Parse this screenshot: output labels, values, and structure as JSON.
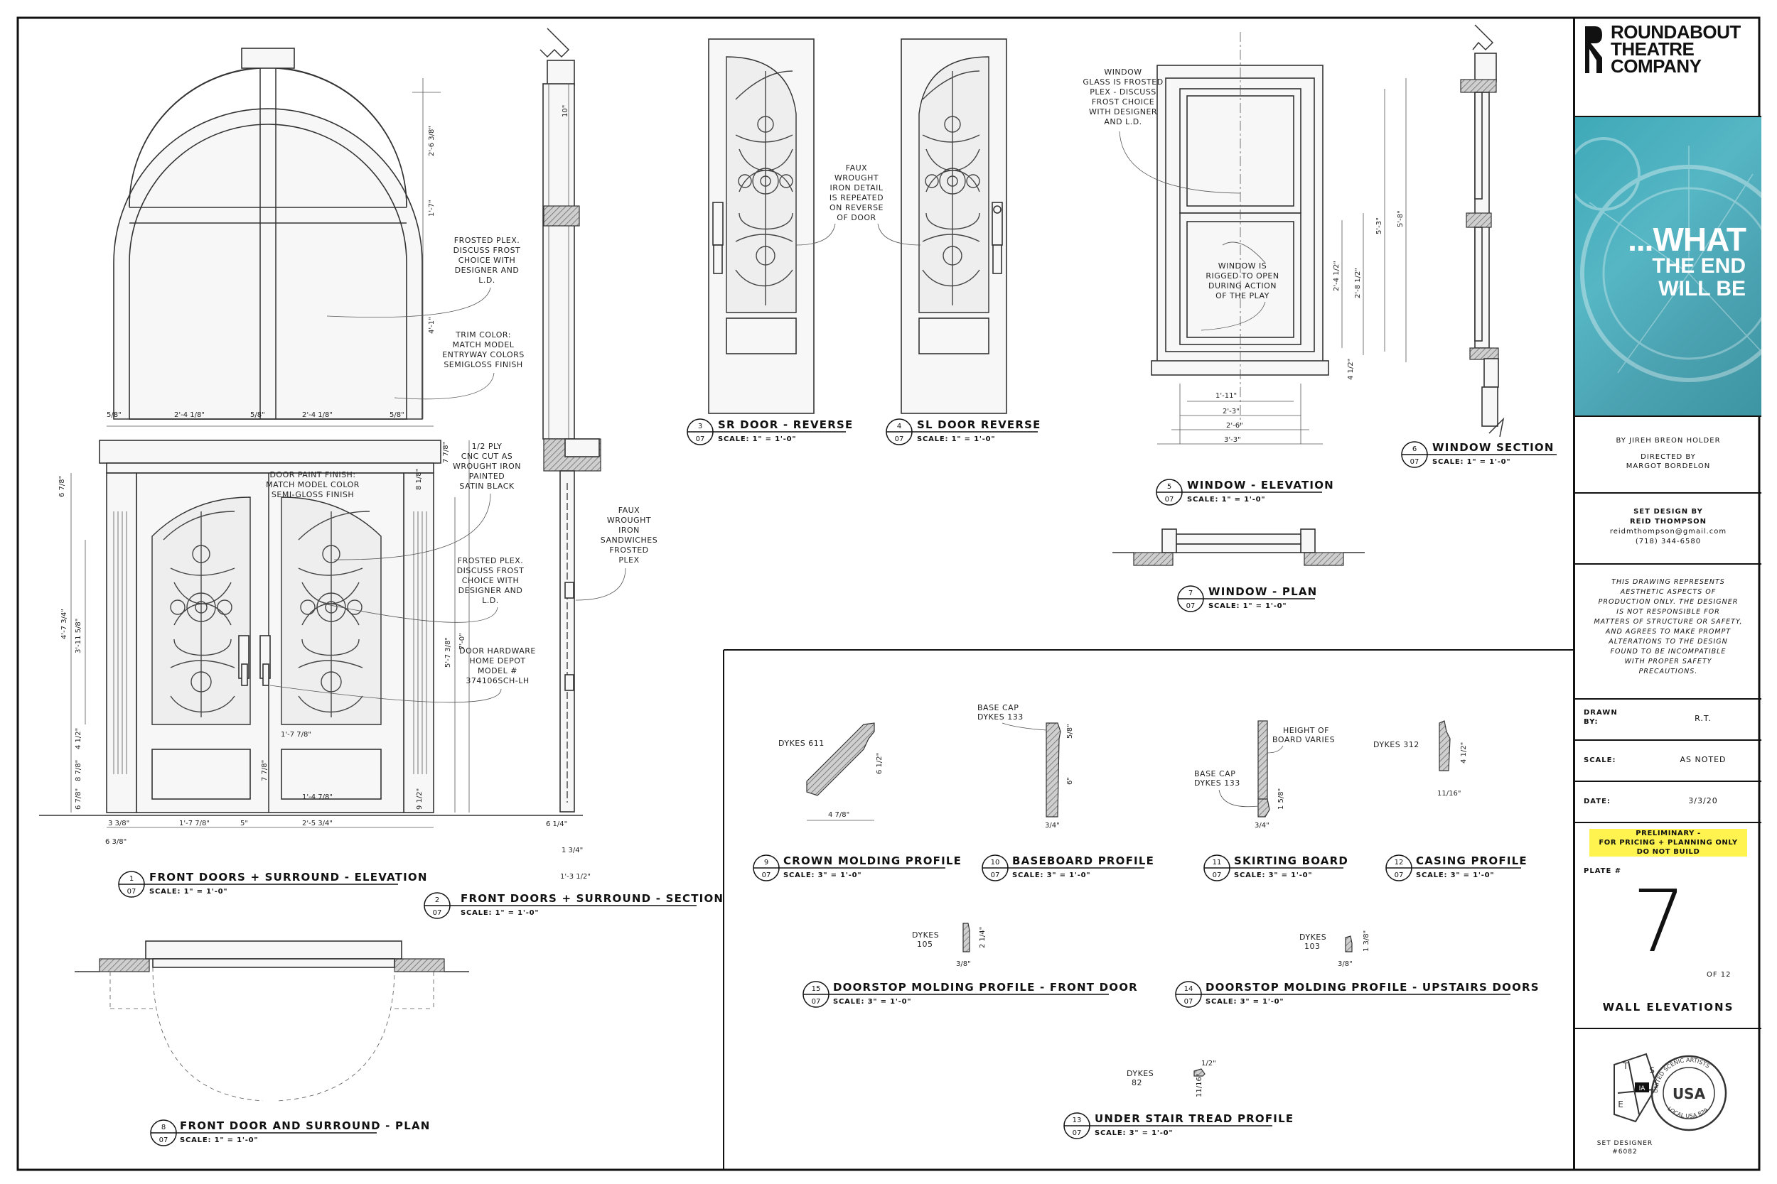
{
  "sheet": {
    "company": [
      "ROUNDABOUT",
      "THEATRE",
      "COMPANY"
    ],
    "show_title": [
      "...WHAT",
      "THE END",
      "WILL BE"
    ],
    "playwright": "BY JIREH BREON HOLDER",
    "directed_by_label": "DIRECTED BY",
    "director": "MARGOT BORDELON",
    "set_design_label": "SET DESIGN BY",
    "designer": "REID THOMPSON",
    "email": "reidmthompson@gmail.com",
    "phone": "(718) 344-6580",
    "disclaimer": [
      "THIS DRAWING REPRESENTS",
      "AESTHETIC ASPECTS OF",
      "PRODUCTION ONLY. THE DESIGNER",
      "IS NOT RESPONSIBLE FOR",
      "MATTERS OF STRUCTURE OR SAFETY,",
      "AND AGREES TO MAKE PROMPT",
      "ALTERATIONS TO THE DESIGN",
      "FOUND TO BE INCOMPATIBLE",
      "WITH PROPER SAFETY",
      "PRECAUTIONS."
    ],
    "drawn_by_label": "DRAWN BY:",
    "drawn_by": "R.T.",
    "scale_label": "SCALE:",
    "scale": "AS NOTED",
    "date_label": "DATE:",
    "date": "3/3/20",
    "preliminary": [
      "PRELIMINARY -",
      "FOR PRICING + PLANNING ONLY",
      "DO NOT BUILD"
    ],
    "plate_label": "PLATE #",
    "plate": "7",
    "plate_of": "OF 12",
    "sheet_title": "WALL ELEVATIONS",
    "union_caption": [
      "SET DESIGNER",
      "#6082"
    ],
    "union_seal_text": [
      "IA",
      "T",
      "S",
      "E",
      "USA",
      "UNITED SCENIC ARTISTS",
      "LOCAL USA 829"
    ]
  },
  "views": [
    {
      "num": "1",
      "sheet": "07",
      "title": "FRONT DOORS + SURROUND - ELEVATION",
      "scale": "SCALE: 1\" = 1'-0\""
    },
    {
      "num": "2",
      "sheet": "07",
      "title": "FRONT DOORS + SURROUND - SECTION",
      "scale": "SCALE: 1\" = 1'-0\""
    },
    {
      "num": "3",
      "sheet": "07",
      "title": "SR DOOR - REVERSE",
      "scale": "SCALE: 1\" = 1'-0\""
    },
    {
      "num": "4",
      "sheet": "07",
      "title": "SL DOOR REVERSE",
      "scale": "SCALE: 1\" = 1'-0\""
    },
    {
      "num": "5",
      "sheet": "07",
      "title": "WINDOW - ELEVATION",
      "scale": "SCALE: 1\" = 1'-0\""
    },
    {
      "num": "6",
      "sheet": "07",
      "title": "WINDOW SECTION",
      "scale": "SCALE: 1\" = 1'-0\""
    },
    {
      "num": "7",
      "sheet": "07",
      "title": "WINDOW - PLAN",
      "scale": "SCALE: 1\" = 1'-0\""
    },
    {
      "num": "8",
      "sheet": "07",
      "title": "FRONT DOOR AND SURROUND - PLAN",
      "scale": "SCALE: 1\" = 1'-0\""
    },
    {
      "num": "9",
      "sheet": "07",
      "title": "CROWN MOLDING PROFILE",
      "scale": "SCALE: 3\" = 1'-0\""
    },
    {
      "num": "10",
      "sheet": "07",
      "title": "BASEBOARD PROFILE",
      "scale": "SCALE: 3\" = 1'-0\""
    },
    {
      "num": "11",
      "sheet": "07",
      "title": "SKIRTING BOARD",
      "scale": "SCALE: 3\" = 1'-0\""
    },
    {
      "num": "12",
      "sheet": "07",
      "title": "CASING PROFILE",
      "scale": "SCALE: 3\" = 1'-0\""
    },
    {
      "num": "13",
      "sheet": "07",
      "title": "UNDER STAIR TREAD PROFILE",
      "scale": "SCALE: 3\" = 1'-0\""
    },
    {
      "num": "14",
      "sheet": "07",
      "title": "DOORSTOP MOLDING PROFILE - UPSTAIRS DOORS",
      "scale": "SCALE: 3\" = 1'-0\""
    },
    {
      "num": "15",
      "sheet": "07",
      "title": "DOORSTOP MOLDING PROFILE - FRONT DOOR",
      "scale": "SCALE: 3\" = 1'-0\""
    }
  ],
  "notes": {
    "frosted_plex_1": [
      "FROSTED PLEX.",
      "DISCUSS FROST",
      "CHOICE WITH",
      "DESIGNER AND",
      "L.D."
    ],
    "trim_color": [
      "TRIM COLOR:",
      "MATCH MODEL",
      "ENTRYWAY COLORS",
      "SEMIGLOSS FINISH"
    ],
    "door_paint": [
      "DOOR PAINT FINISH:",
      "MATCH MODEL COLOR",
      "SEMI-GLOSS FINISH"
    ],
    "ply_cnc": [
      "1/2 PLY",
      "CNC CUT AS",
      "WROUGHT IRON",
      "PAINTED",
      "SATIN BLACK"
    ],
    "frosted_plex_2": [
      "FROSTED PLEX.",
      "DISCUSS FROST",
      "CHOICE WITH",
      "DESIGNER AND",
      "L.D."
    ],
    "door_hardware": [
      "DOOR HARDWARE",
      "HOME DEPOT",
      "MODEL #",
      "374106SCH-LH"
    ],
    "faux_sandwich": [
      "FAUX",
      "WROUGHT",
      "IRON",
      "SANDWICHES",
      "FROSTED",
      "PLEX"
    ],
    "faux_repeat": [
      "FAUX",
      "WROUGHT",
      "IRON DETAIL",
      "IS REPEATED",
      "ON REVERSE",
      "OF DOOR"
    ],
    "window_glass": [
      "WINDOW",
      "GLASS IS FROSTED",
      "PLEX - DISCUSS",
      "FROST CHOICE",
      "WITH DESIGNER",
      "AND L.D."
    ],
    "window_rigged": [
      "WINDOW IS",
      "RIGGED TO OPEN",
      "DURING ACTION",
      "OF THE PLAY"
    ],
    "base_cap_1": [
      "BASE CAP",
      "DYKES 133"
    ],
    "height_varies": [
      "HEIGHT OF",
      "BOARD VARIES"
    ],
    "base_cap_2": [
      "BASE CAP",
      "DYKES 133"
    ],
    "dykes_611": "DYKES 611",
    "dykes_312": "DYKES 312",
    "dykes_105": [
      "DYKES",
      "105"
    ],
    "dykes_103": [
      "DYKES",
      "103"
    ],
    "dykes_82": [
      "DYKES",
      "82"
    ]
  },
  "dims": {
    "arch_top": "2'-6 3/8\"",
    "arch_mid": "1'-7\"",
    "arch_low": "4'-1\"",
    "trans_w1": "5/8\"",
    "trans_w2": "2'-4 1/8\"",
    "trans_w3": "5/8\"",
    "trans_w4": "2'-4 1/8\"",
    "trans_w5": "5/8\"",
    "entab": "7 7/8\"",
    "head_l": "6 7/8\"",
    "cap_r": "8 1/8\"",
    "pil_h": "4'-7 3/4\"",
    "pil_h2": "3'-11 5/8\"",
    "door_h": "5'-7 3/8\"",
    "door_total": "7'-0\"",
    "kick_l": "4 1/2\"",
    "kick_l2": "8 7/8\"",
    "base_l": "6 7/8\"",
    "kick_r": "9 1/2\"",
    "panel_w": "1'-7 7/8\"",
    "panel_h": "7 7/8\"",
    "panel_w2": "1'-4 7/8\"",
    "bot_a": "3 3/8\"",
    "bot_b": "6 3/8\"",
    "bot_c": "1'-7 7/8\"",
    "bot_d": "5\"",
    "bot_e": "2'-5 3/4\"",
    "sec_top": "10\"",
    "sec_a": "6 1/4\"",
    "sec_b": "1 3/4\"",
    "sec_c": "1'-3 1/2\"",
    "win_w1": "1'-11\"",
    "win_w2": "2'-3\"",
    "win_w3": "2'-6\"",
    "win_w4": "3'-3\"",
    "win_h1": "2'-4 1/2\"",
    "win_h2": "2'-8 1/2\"",
    "win_h3": "5'-3\"",
    "win_h4": "5'-8\"",
    "win_sill": "4 1/2\"",
    "crown_h": "6 1/2\"",
    "crown_w": "4 7/8\"",
    "base_top": "5/8\"",
    "base_h": "6\"",
    "base_w": "3/4\"",
    "skirt_h": "1 5/8\"",
    "skirt_w": "3/4\"",
    "casing_h": "4 1/2\"",
    "casing_w": "11/16\"",
    "ds105_h": "2 1/4\"",
    "ds105_w": "3/8\"",
    "ds103_h": "1 3/8\"",
    "ds103_w": "3/8\"",
    "tread_h": "1/2\"",
    "tread_w": "11/16\""
  }
}
